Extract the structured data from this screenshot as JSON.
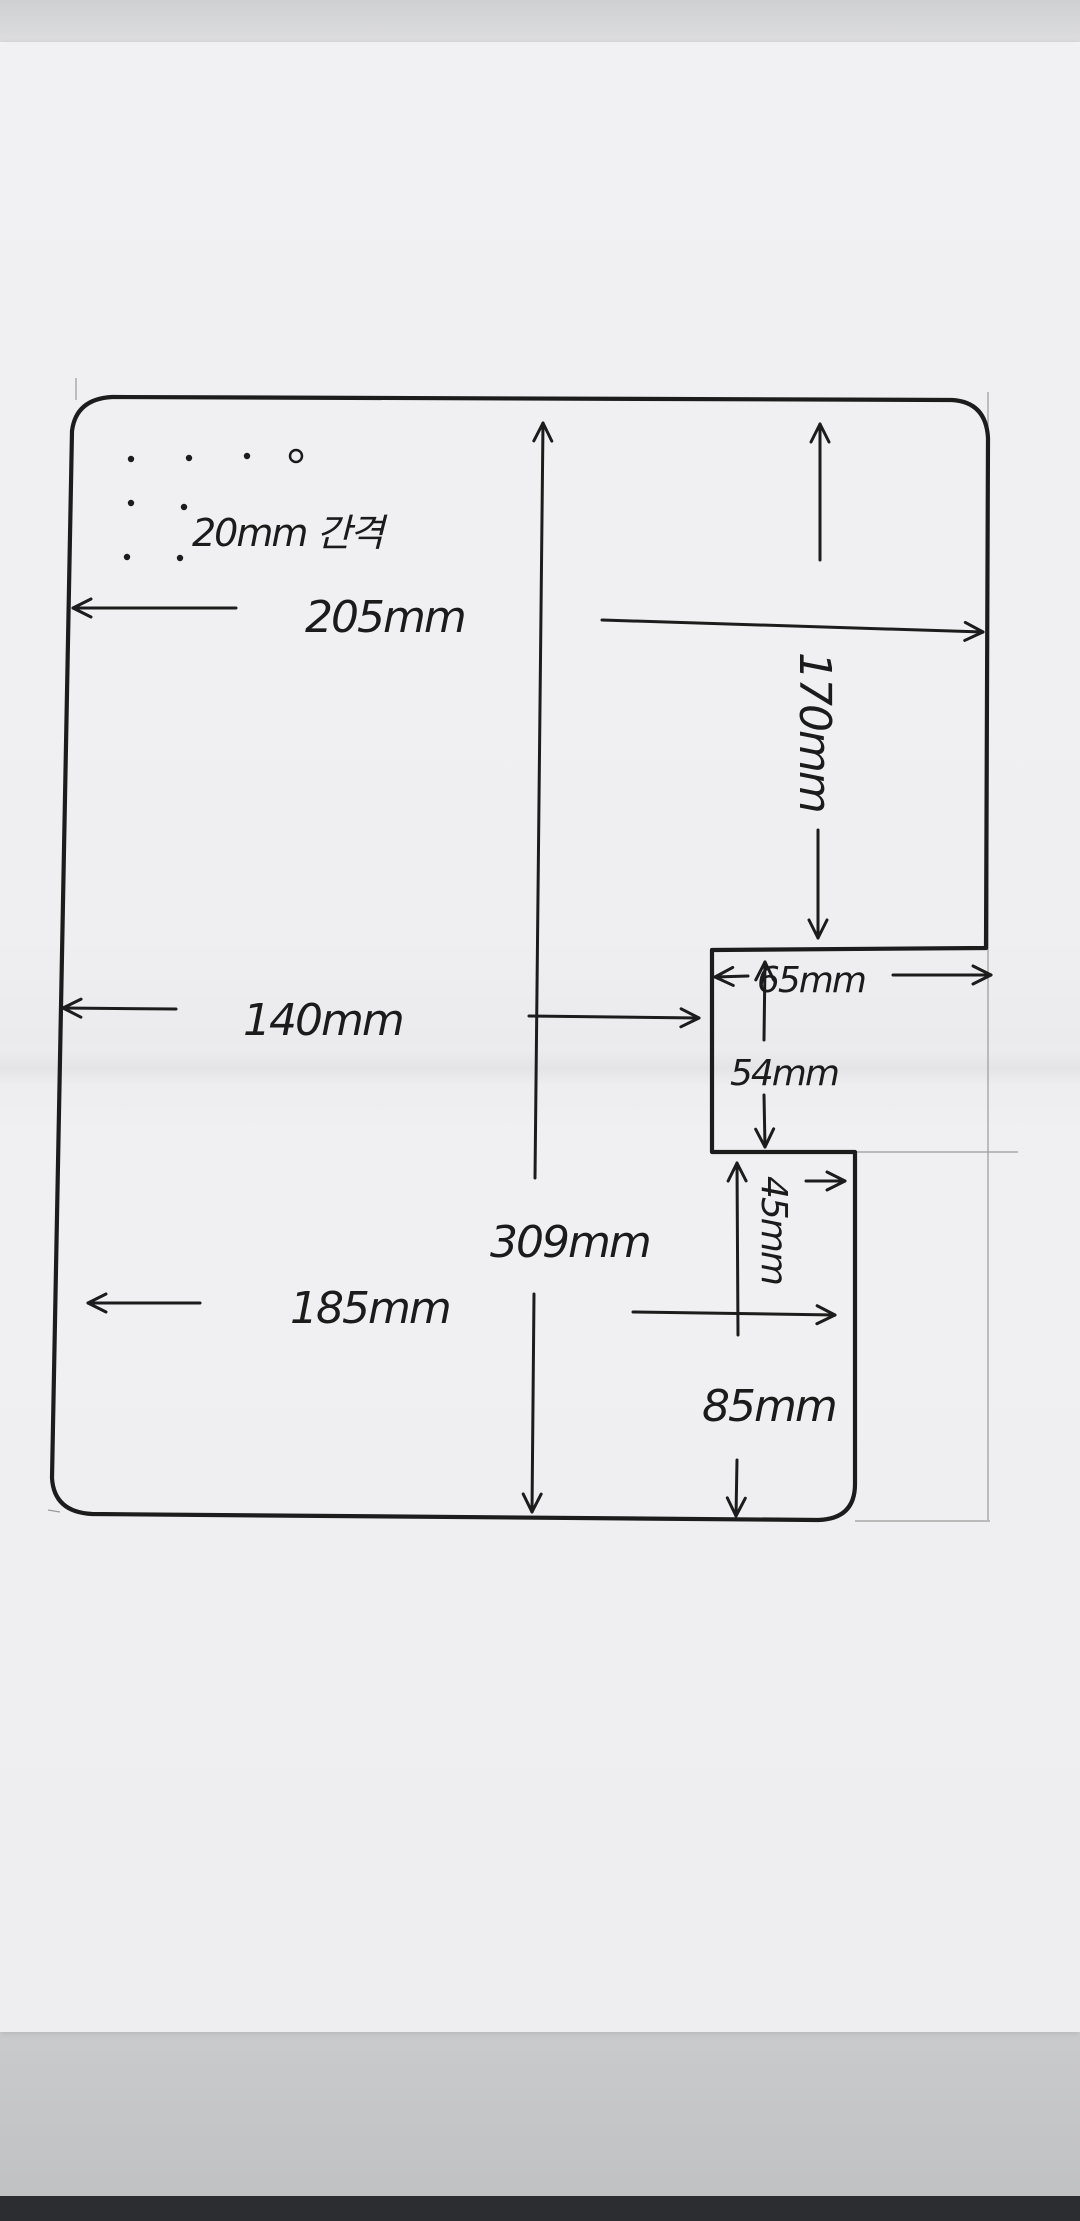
{
  "dimensions": {
    "hole_spacing": "20mm 간격",
    "top_left_width": "205mm",
    "notch_height": "170mm",
    "middle_width": "140mm",
    "notch_width": "65mm",
    "notch_depth": "54mm",
    "overall_height": "309mm",
    "lower_step_height": "45mm",
    "bottom_width": "185mm",
    "lower_right_width": "85mm"
  }
}
